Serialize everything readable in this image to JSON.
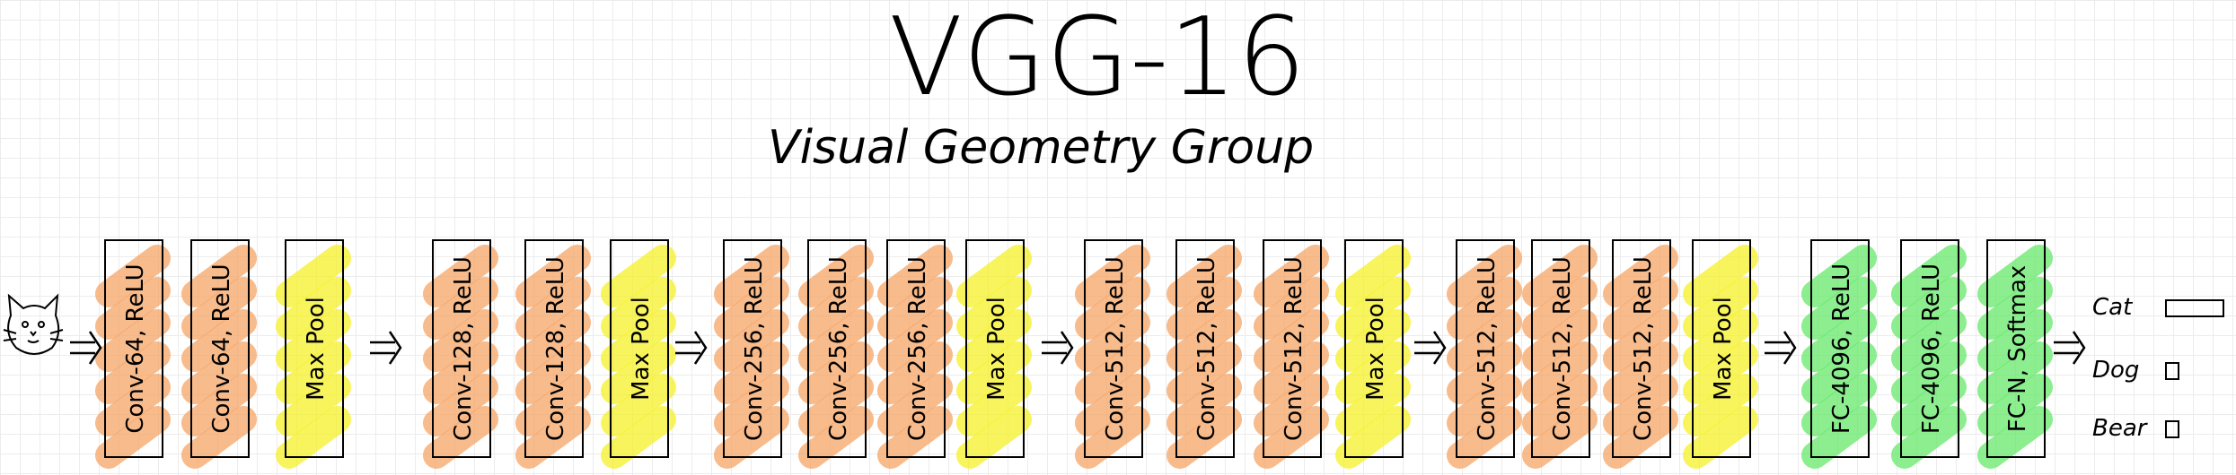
{
  "title": "VGG-16",
  "subtitle": "Visual Geometry Group",
  "colors": {
    "conv": "#f5a465",
    "pool": "#f5f028",
    "fc": "#66e86a",
    "ink": "#000000"
  },
  "input_icon": "cat-face-icon",
  "layers": [
    {
      "label": "Conv-64, ReLU",
      "type": "conv"
    },
    {
      "label": "Conv-64, ReLU",
      "type": "conv"
    },
    {
      "label": "Max Pool",
      "type": "pool"
    },
    {
      "label": "Conv-128, ReLU",
      "type": "conv"
    },
    {
      "label": "Conv-128, ReLU",
      "type": "conv"
    },
    {
      "label": "Max Pool",
      "type": "pool"
    },
    {
      "label": "Conv-256, ReLU",
      "type": "conv"
    },
    {
      "label": "Conv-256, ReLU",
      "type": "conv"
    },
    {
      "label": "Conv-256, ReLU",
      "type": "conv"
    },
    {
      "label": "Max Pool",
      "type": "pool"
    },
    {
      "label": "Conv-512, ReLU",
      "type": "conv"
    },
    {
      "label": "Conv-512, ReLU",
      "type": "conv"
    },
    {
      "label": "Conv-512, ReLU",
      "type": "conv"
    },
    {
      "label": "Max Pool",
      "type": "pool"
    },
    {
      "label": "Conv-512, ReLU",
      "type": "conv"
    },
    {
      "label": "Conv-512, ReLU",
      "type": "conv"
    },
    {
      "label": "Conv-512, ReLU",
      "type": "conv"
    },
    {
      "label": "Max Pool",
      "type": "pool"
    },
    {
      "label": "FC-4096, ReLU",
      "type": "fc"
    },
    {
      "label": "FC-4096, ReLU",
      "type": "fc"
    },
    {
      "label": "FC-N, Softmax",
      "type": "fc"
    }
  ],
  "outputs": [
    {
      "label": "Cat",
      "score": 1.0
    },
    {
      "label": "Dog",
      "score": 0.1
    },
    {
      "label": "Bear",
      "score": 0.1
    }
  ]
}
